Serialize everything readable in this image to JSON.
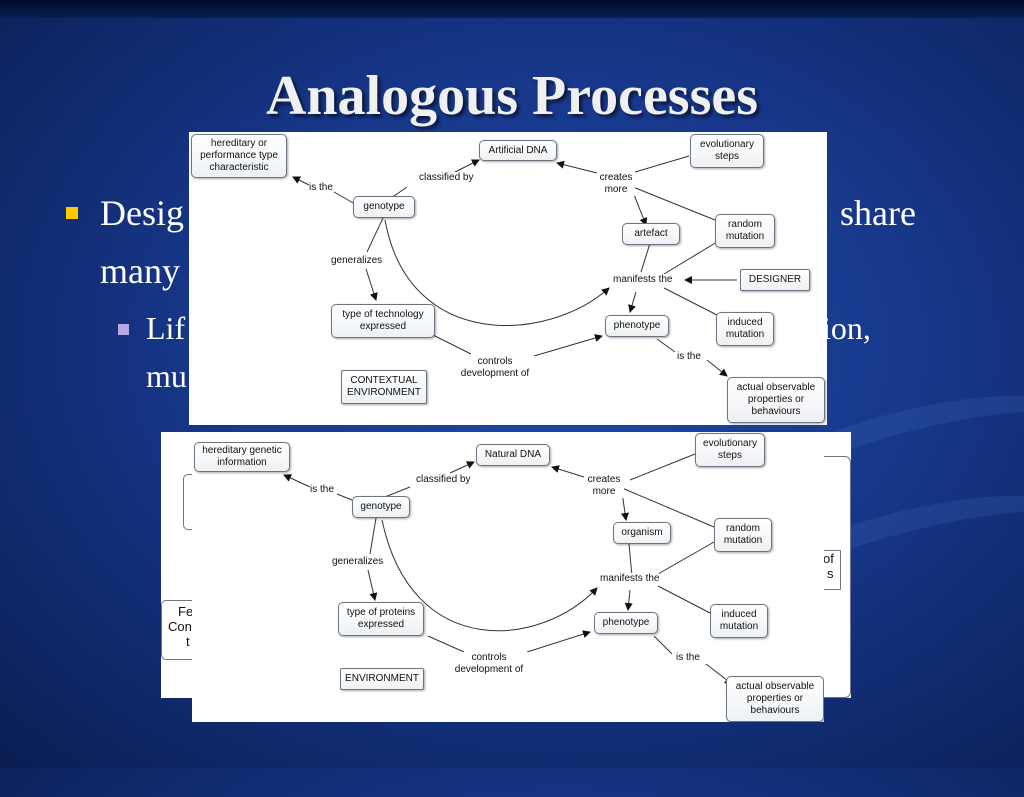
{
  "slide": {
    "title": "Analogous Processes",
    "bullets": [
      {
        "level": 1,
        "parts": [
          "Desig",
          "share",
          "many"
        ]
      },
      {
        "level": 2,
        "parts": [
          "Lif",
          "ion,",
          "mu"
        ]
      }
    ]
  },
  "colors": {
    "bullet1": "#ffcc00",
    "bullet2": "#b9a7e6",
    "title": "#f0f0f0"
  },
  "back_map": {
    "fragments": [
      "Fe",
      "Con",
      "t",
      "of",
      "s"
    ]
  },
  "design_map": {
    "nodes": {
      "hereditary": "hereditary or performance type characteristic",
      "artificial_dna": "Artificial DNA",
      "evolutionary_steps": "evolutionary steps",
      "genotype": "genotype",
      "artefact": "artefact",
      "random_mutation": "random mutation",
      "designer": "DESIGNER",
      "type_tech": "type of technology expressed",
      "phenotype": "phenotype",
      "induced_mutation": "induced mutation",
      "contextual_env": "CONTEXTUAL ENVIRONMENT",
      "observable": "actual observable properties or behaviours"
    },
    "labels": {
      "is_the_1": "is the",
      "classified_by": "classified by",
      "creates_more": "creates more",
      "generalizes": "generalizes",
      "manifests_the": "manifests the",
      "controls_dev": "controls development of",
      "is_the_2": "is the"
    }
  },
  "nature_map": {
    "nodes": {
      "hereditary": "hereditary genetic information",
      "natural_dna": "Natural DNA",
      "evolutionary_steps": "evolutionary steps",
      "genotype": "genotype",
      "organism": "organism",
      "random_mutation": "random mutation",
      "type_proteins": "type of proteins expressed",
      "phenotype": "phenotype",
      "induced_mutation": "induced mutation",
      "environment": "ENVIRONMENT",
      "observable": "actual observable properties or behaviours"
    },
    "labels": {
      "is_the_1": "is the",
      "classified_by": "classified by",
      "creates_more": "creates more",
      "generalizes": "generalizes",
      "manifests_the": "manifests the",
      "controls_dev": "controls development of",
      "is_the_2": "is the"
    }
  }
}
